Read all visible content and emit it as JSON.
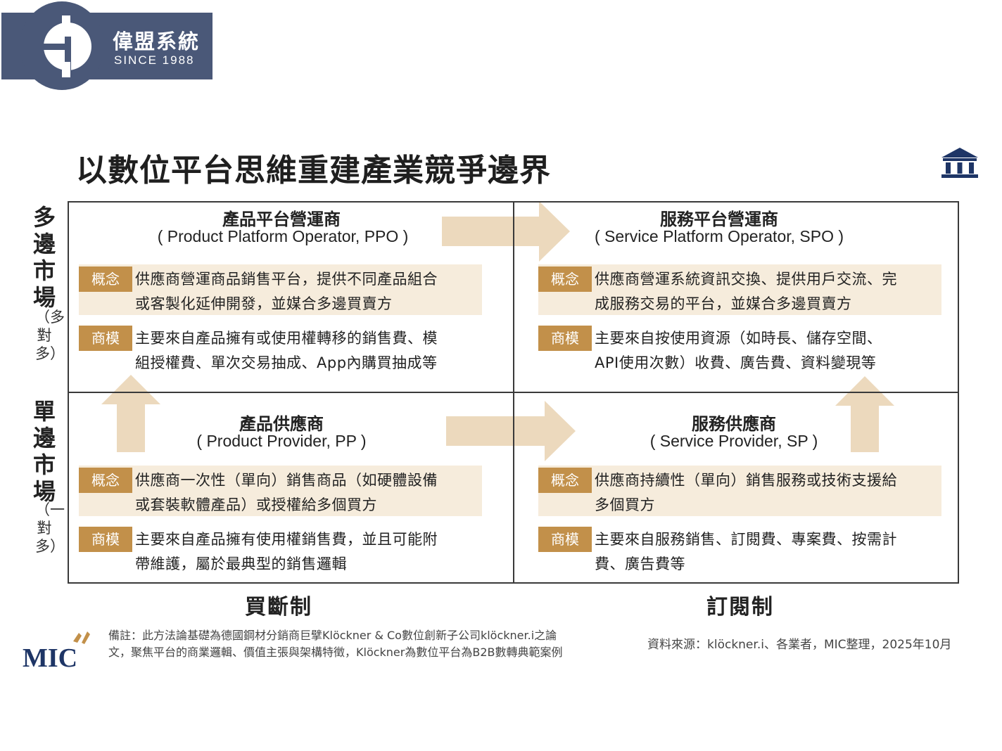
{
  "brand": {
    "name": "偉盟系統",
    "since": "SINCE 1988",
    "colors": {
      "navy": "#4a5878",
      "accent": "#c2904a",
      "row_bg": "#f6ecdc",
      "arrow": "#ecd9bd"
    }
  },
  "title": "以數位平台思維重建產業競爭邊界",
  "axes": {
    "top_label": "多邊市場",
    "top_sub": "（多對多）",
    "bottom_label": "單邊市場",
    "bottom_sub": "（一對多）",
    "left_bottom": "買斷制",
    "right_bottom": "訂閱制"
  },
  "quadrants": {
    "ppo": {
      "title": "產品平台營運商",
      "subtitle": "( Product Platform Operator, PPO )",
      "concept_tag": "概念",
      "concept_line1": "供應商營運商品銷售平台，提供不同產品組合",
      "concept_line2": "或客製化延伸開發，並媒合多邊買賣方",
      "model_tag": "商模",
      "model_line1": "主要來自產品擁有或使用權轉移的銷售費、模",
      "model_line2": "組授權費、單次交易抽成、App內購買抽成等"
    },
    "spo": {
      "title": "服務平台營運商",
      "subtitle": "( Service Platform Operator, SPO )",
      "concept_tag": "概念",
      "concept_line1": "供應商營運系統資訊交換、提供用戶交流、完",
      "concept_line2": "成服務交易的平台，並媒合多邊買賣方",
      "model_tag": "商模",
      "model_line1": "主要來自按使用資源（如時長、儲存空間、",
      "model_line2": "API使用次數）收費、廣告費、資料變現等"
    },
    "pp": {
      "title": "產品供應商",
      "subtitle": "( Product Provider, PP )",
      "concept_tag": "概念",
      "concept_line1": "供應商一次性（單向）銷售商品（如硬體設備",
      "concept_line2": "或套裝軟體產品）或授權給多個買方",
      "model_tag": "商模",
      "model_line1": "主要來自產品擁有使用權銷售費，並且可能附",
      "model_line2": "帶維護，屬於最典型的銷售邏輯"
    },
    "sp": {
      "title": "服務供應商",
      "subtitle": "( Service Provider, SP )",
      "concept_tag": "概念",
      "concept_line1": "供應商持續性（單向）銷售服務或技術支援給",
      "concept_line2": "多個買方",
      "model_tag": "商模",
      "model_line1": "主要來自服務銷售、訂閱費、專案費、按需計",
      "model_line2": "費、廣告費等"
    }
  },
  "footer": {
    "mic": "MIC",
    "note_line1": "備註：此方法論基礎為德國鋼材分銷商巨擘Klöckner & Co數位創新子公司klöckner.i之論",
    "note_line2": "文，聚焦平台的商業邏輯、價值主張與架構特徵，Klöckner為數位平台為B2B數轉典範案例",
    "source": "資料來源：klöckner.i、各業者，MIC整理，2025年10月"
  }
}
